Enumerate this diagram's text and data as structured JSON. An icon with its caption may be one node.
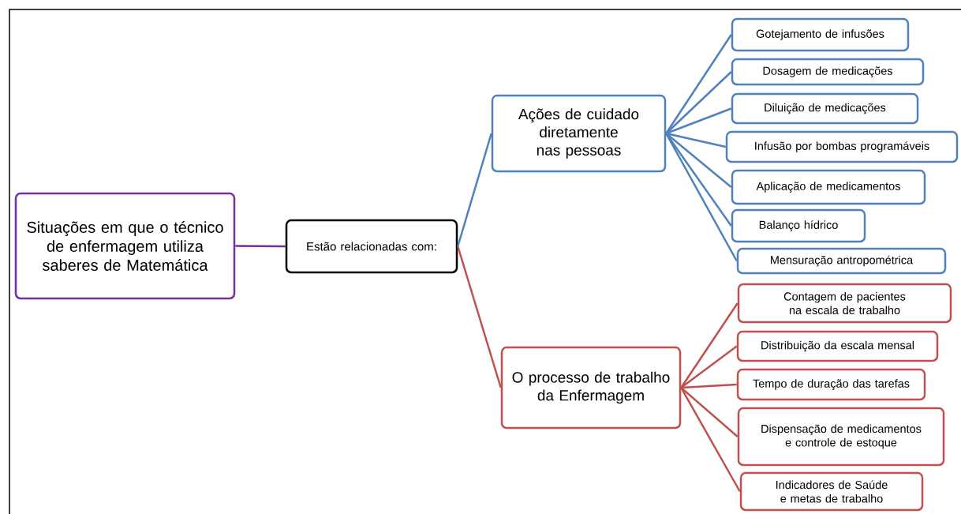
{
  "diagram": {
    "nodes": [
      {
        "text": [
          "Situações em que o técnico de enfermagem utiliza saberes de Matemática"
        ]
      },
      {
        "text": [
          "Estão relacionadas com:"
        ]
      },
      {
        "text": [
          "Ações de cuidado diretamente nas pessoas"
        ]
      },
      {
        "text": [
          "O processo de trabalho da Enfermagem"
        ]
      },
      {
        "text": [
          "Gotejamento de infusões"
        ]
      },
      {
        "text": [
          "Dosagem de medicações"
        ]
      },
      {
        "text": [
          "Diluição de medicações"
        ]
      },
      {
        "text": [
          "Infusão por bombas programáveis"
        ]
      },
      {
        "text": [
          "Aplicação de medicamentos"
        ]
      },
      {
        "text": [
          "Balanço hídrico"
        ]
      },
      {
        "text": [
          "Mensuração antropométrica"
        ]
      },
      {
        "text": [
          "Contagem de pacientes na escala de trabalho"
        ]
      },
      {
        "text": [
          "Distribuição da escala mensal"
        ]
      },
      {
        "text": [
          "Tempo de duração das tarefas"
        ]
      },
      {
        "text": [
          "Dispensação de medicamentos e controle de estoque"
        ]
      },
      {
        "text": [
          "Indicadores de Saúde e metas de trabalho"
        ]
      }
    ],
    "edges": [
      {
        "from": 0,
        "to": 1,
        "arrow": "none",
        "color": "#7030a0"
      },
      {
        "from": 1,
        "to": 2,
        "arrow": "none",
        "color": "#4f81bd"
      },
      {
        "from": 1,
        "to": 3,
        "arrow": "none",
        "color": "#c0504d"
      },
      {
        "from": 2,
        "to": 4,
        "arrow": "none",
        "color": "#4f81bd"
      },
      {
        "from": 2,
        "to": 5,
        "arrow": "none",
        "color": "#4f81bd"
      },
      {
        "from": 2,
        "to": 6,
        "arrow": "none",
        "color": "#4f81bd"
      },
      {
        "from": 2,
        "to": 7,
        "arrow": "none",
        "color": "#4f81bd"
      },
      {
        "from": 2,
        "to": 8,
        "arrow": "none",
        "color": "#4f81bd"
      },
      {
        "from": 2,
        "to": 9,
        "arrow": "none",
        "color": "#4f81bd"
      },
      {
        "from": 2,
        "to": 10,
        "arrow": "none",
        "color": "#4f81bd"
      },
      {
        "from": 3,
        "to": 11,
        "arrow": "none",
        "color": "#c0504d"
      },
      {
        "from": 3,
        "to": 12,
        "arrow": "none",
        "color": "#c0504d"
      },
      {
        "from": 3,
        "to": 13,
        "arrow": "none",
        "color": "#c0504d"
      },
      {
        "from": 3,
        "to": 14,
        "arrow": "none",
        "color": "#c0504d"
      },
      {
        "from": 3,
        "to": 15,
        "arrow": "none",
        "color": "#c0504d"
      }
    ]
  }
}
